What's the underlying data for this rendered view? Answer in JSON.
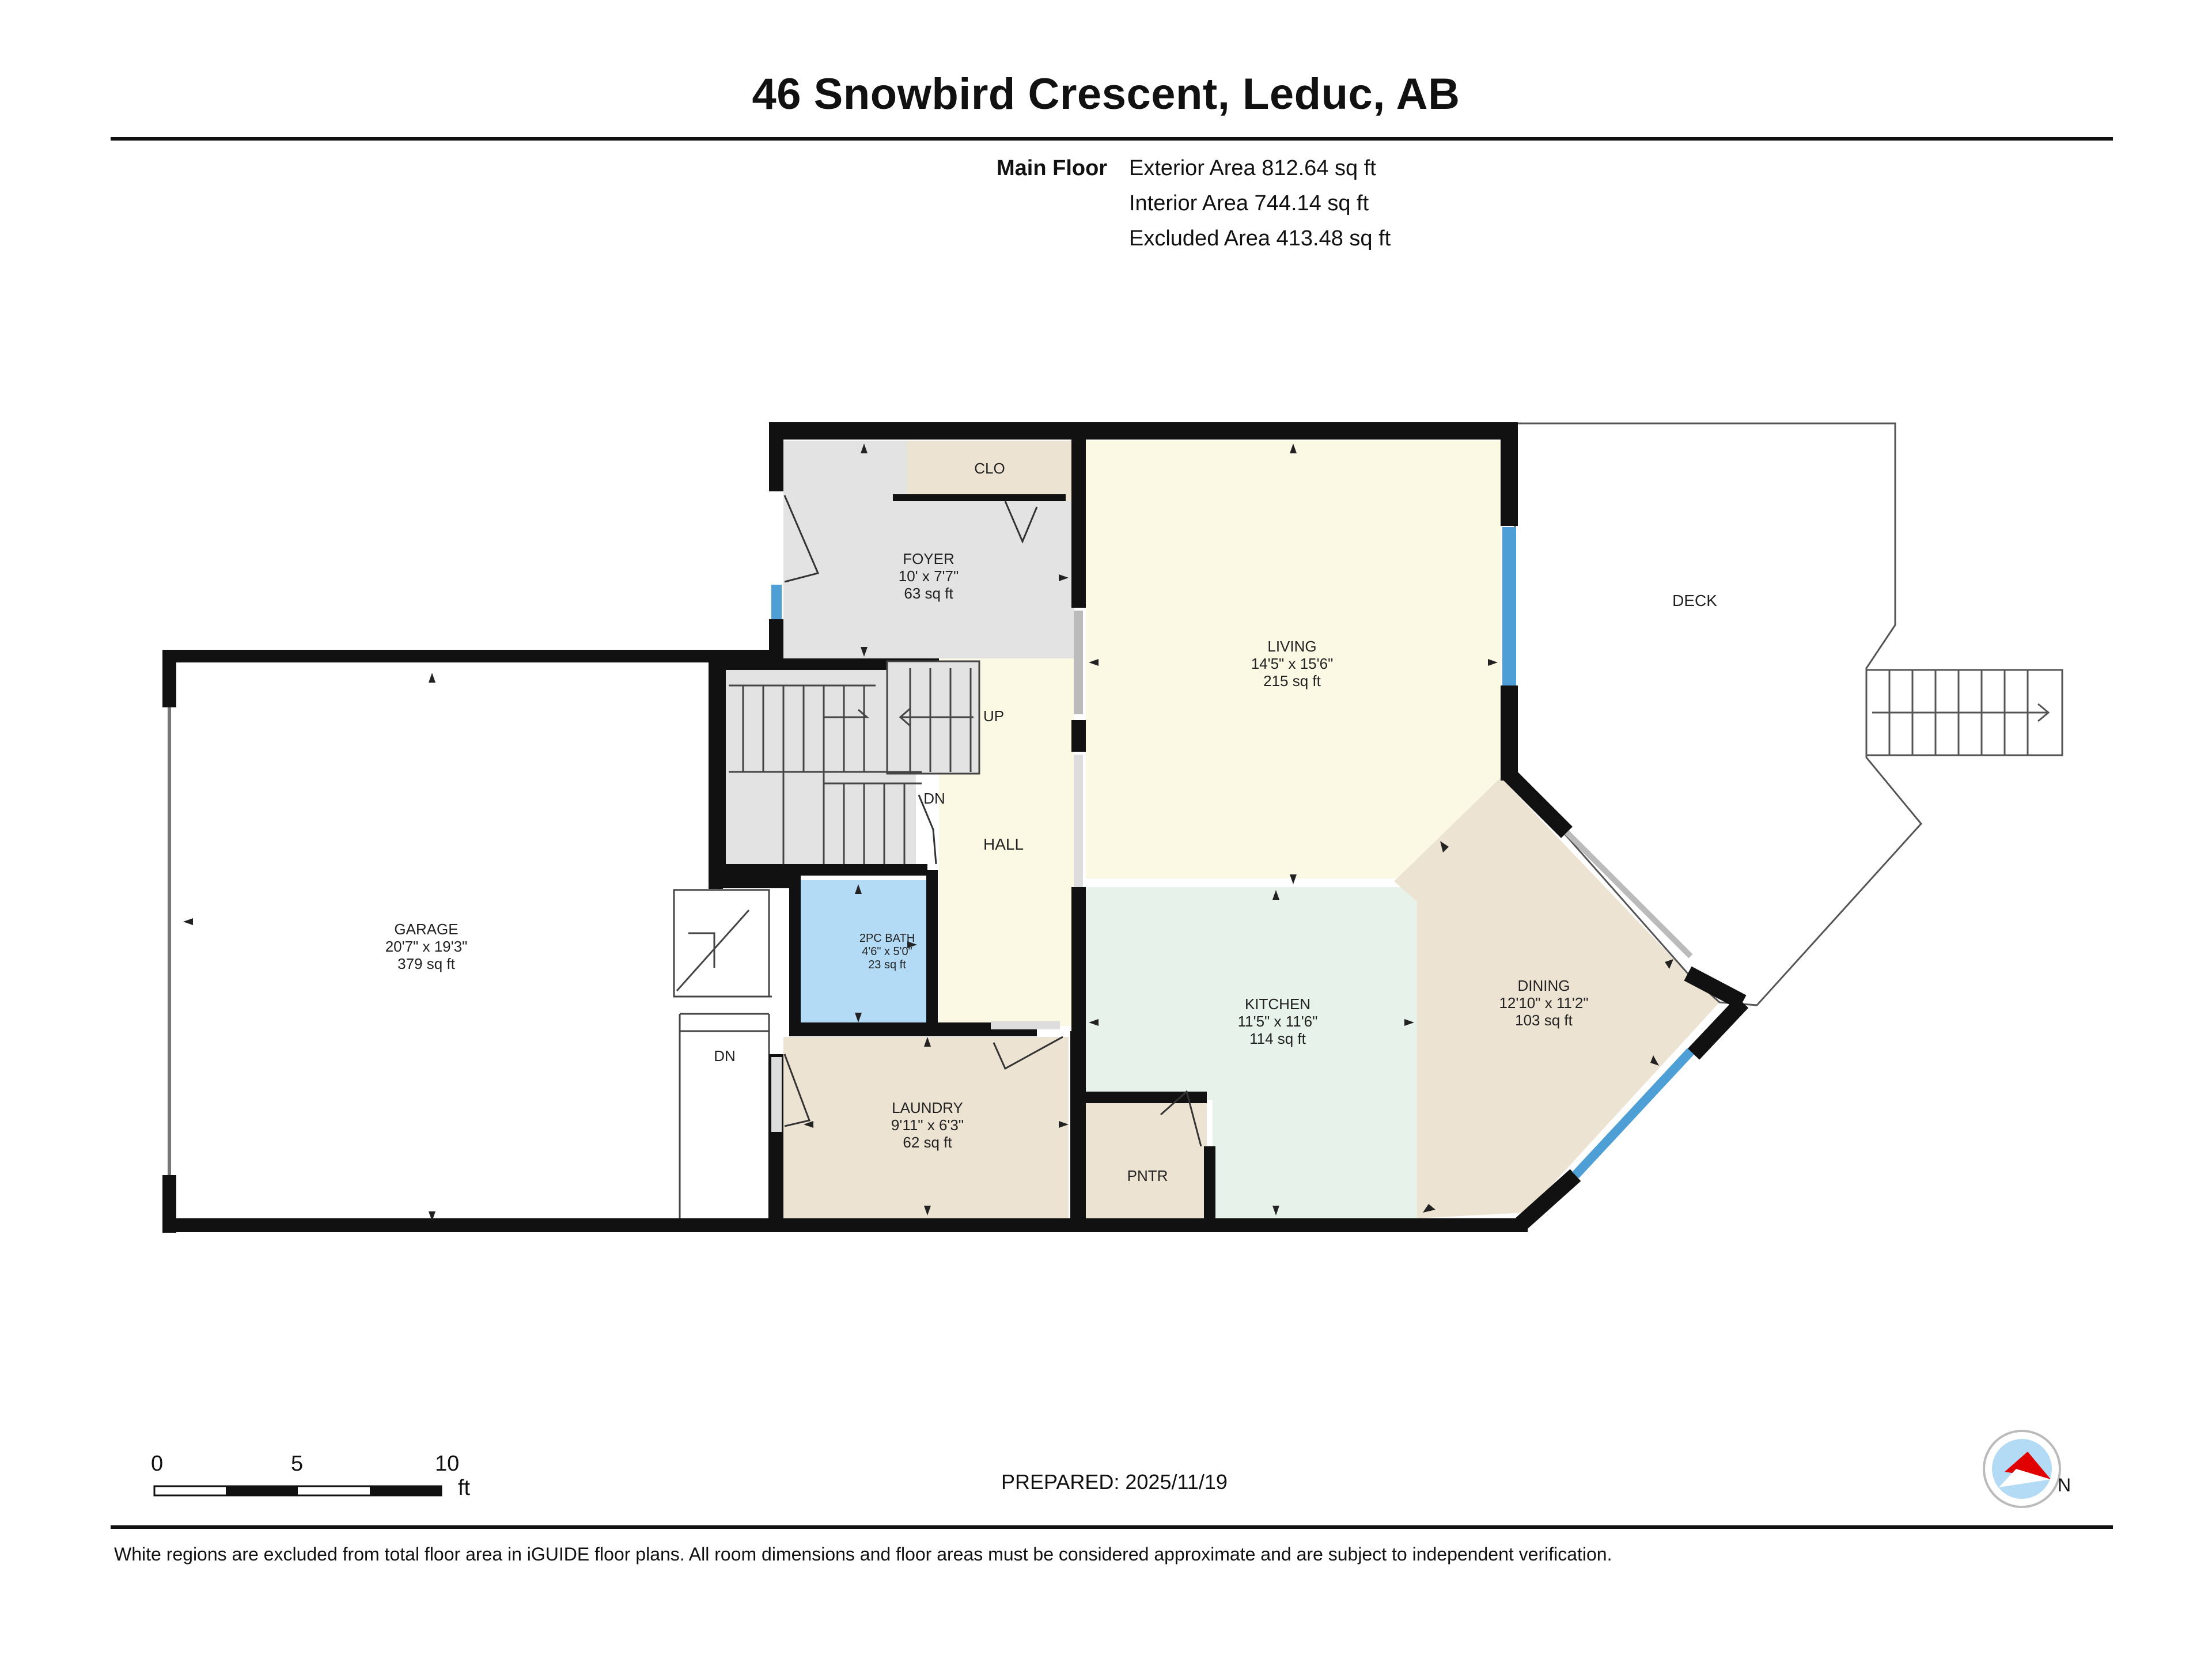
{
  "header": {
    "title": "46 Snowbird Crescent, Leduc, AB"
  },
  "areas": {
    "floor": "Main Floor",
    "lines": [
      "Exterior Area 812.64 sq ft",
      "Interior Area 744.14 sq ft",
      "Excluded Area 413.48 sq ft"
    ]
  },
  "rooms": {
    "garage": {
      "name": "GARAGE",
      "dims": "20'7\" x 19'3\"",
      "area": "379 sq ft"
    },
    "foyer": {
      "name": "FOYER",
      "dims": "10' x 7'7\"",
      "area": "63 sq ft"
    },
    "clo": {
      "name": "CLO"
    },
    "living": {
      "name": "LIVING",
      "dims": "14'5\" x 15'6\"",
      "area": "215 sq ft"
    },
    "deck": {
      "name": "DECK"
    },
    "hall": {
      "name": "HALL"
    },
    "bath": {
      "name": "2PC BATH",
      "dims": "4'6\" x 5'0\"",
      "area": "23 sq ft"
    },
    "laundry": {
      "name": "LAUNDRY",
      "dims": "9'11\" x 6'3\"",
      "area": "62 sq ft"
    },
    "kitchen": {
      "name": "KITCHEN",
      "dims": "11'5\" x 11'6\"",
      "area": "114 sq ft"
    },
    "dining": {
      "name": "DINING",
      "dims": "12'10\" x 11'2\"",
      "area": "103 sq ft"
    },
    "pantry": {
      "name": "PNTR"
    }
  },
  "stairs": {
    "up": "UP",
    "dn": "DN",
    "garage_dn": "DN"
  },
  "scale": {
    "ticks": [
      "0",
      "5",
      "10"
    ],
    "unit": "ft"
  },
  "compass": {
    "label": "N",
    "icon": "compass-icon"
  },
  "footer": {
    "prepared": "PREPARED: 2025/11/19",
    "disclaimer": "White regions are excluded from total floor area in iGUIDE floor plans. All room dimensions and floor areas must be considered approximate and are subject to independent verification."
  },
  "colors": {
    "foyer": "#e3e3e3",
    "closet": "#ede3d2",
    "living": "#fbf8e3",
    "hall": "#fbf8e3",
    "kitchen": "#e6f2ea",
    "dining": "#ede3d2",
    "laundry": "#ede3d2",
    "pantry": "#ede3d2",
    "bath": "#b3dbf5",
    "stairs": "#e3e3e3",
    "wall": "#111111",
    "window": "#4d9fd6"
  }
}
